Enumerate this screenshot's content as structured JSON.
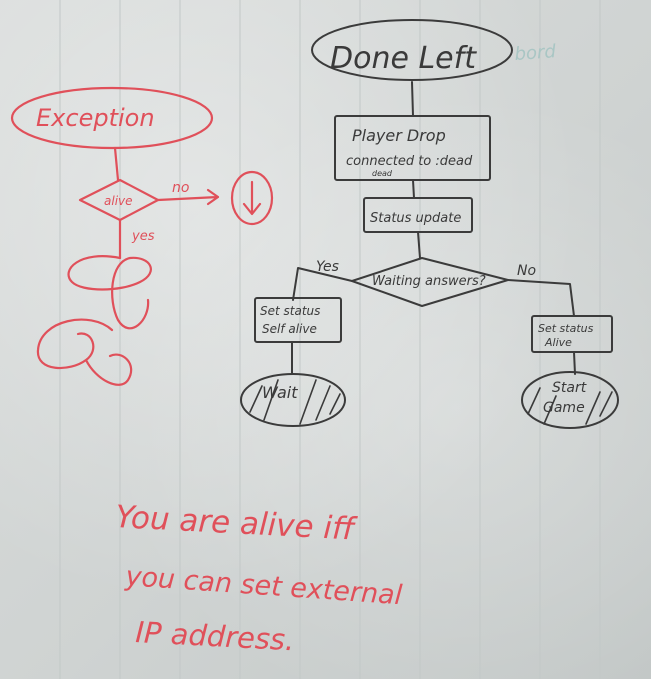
{
  "flowchart": {
    "start_node": "Done Left",
    "process_player_drop": {
      "title": "Player Drop",
      "subtitle": "connected to :dead",
      "note": "dead"
    },
    "process_status_update": "Status update",
    "decision_waiting": "Waiting answers?",
    "branch_yes": "Yes",
    "branch_no": "No",
    "process_set_self_alive": [
      "Set status",
      "Self alive"
    ],
    "process_set_alive": [
      "Set status",
      "Alive"
    ],
    "end_wait": "Wait",
    "end_start_game": [
      "Start",
      "Game"
    ]
  },
  "exception_sketch": {
    "terminal": "Exception",
    "decision": "alive",
    "branch_no": "no",
    "branch_yes": "yes"
  },
  "note": {
    "lines": [
      "You are alive iff",
      "you can set external",
      "IP address."
    ]
  },
  "faint_writing": [
    "bord"
  ],
  "colors": {
    "black_marker": "#3b3b3b",
    "red_marker": "#e0505a",
    "board": "#d6dad9"
  }
}
